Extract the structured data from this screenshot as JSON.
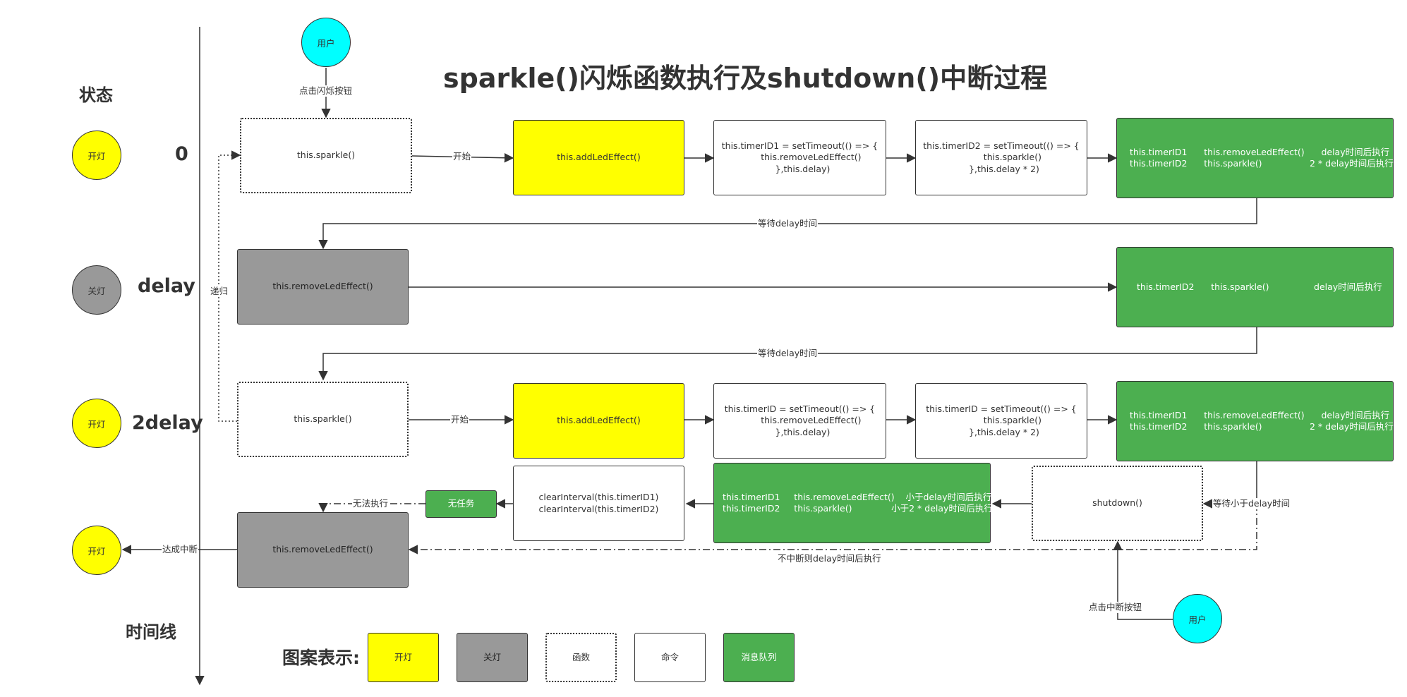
{
  "title": "sparkle()闪烁函数执行及shutdown()中断过程",
  "axis": {
    "state_heading": "状态",
    "timeline_label": "时间线"
  },
  "states": [
    {
      "circle": "开灯",
      "time": "0"
    },
    {
      "circle": "关灯",
      "time": "delay"
    },
    {
      "circle": "开灯",
      "time": "2delay"
    },
    {
      "circle": "开灯"
    }
  ],
  "users": {
    "top": "用户",
    "bottom": "用户"
  },
  "row1": {
    "sparkle": "this.sparkle()",
    "add_led": "this.addLedEffect()",
    "timeout1": "this.timerID1 = setTimeout(() => {\n        this.removeLedEffect()\n  },this.delay)",
    "timeout2": "this.timerID2 = setTimeout(() => {\n        this.sparkle()\n  },this.delay * 2)",
    "queue": "this.timerID1      this.removeLedEffect()      delay时间后执行\nthis.timerID2      this.sparkle()                 2 * delay时间后执行"
  },
  "row2": {
    "remove_led": "this.removeLedEffect()",
    "queue": "this.timerID2      this.sparkle()                delay时间后执行"
  },
  "row3": {
    "sparkle": "this.sparkle()",
    "add_led": "this.addLedEffect()",
    "timeout1": "this.timerID = setTimeout(() => {\n        this.removeLedEffect()\n  },this.delay)",
    "timeout2": "this.timerID = setTimeout(() => {\n        this.sparkle()\n  },this.delay * 2)",
    "queue": "this.timerID1      this.removeLedEffect()      delay时间后执行\nthis.timerID2      this.sparkle()                 2 * delay时间后执行"
  },
  "row4": {
    "remove_led": "this.removeLedEffect()",
    "no_task": "无任务",
    "clear": "clearInterval(this.timerID1)\nclearInterval(this.timerID2)",
    "queue": "this.timerID1     this.removeLedEffect()    小于delay时间后执行\nthis.timerID2     this.sparkle()              小于2 * delay时间后执行",
    "shutdown": "shutdown()"
  },
  "edge_labels": {
    "click_sparkle": "点击闪烁按钮",
    "start": "开始",
    "wait_delay": "等待delay时间",
    "recursion": "递归",
    "cannot_execute": "无法执行",
    "interrupted": "达成中断",
    "wait_less": "等待小于delay时间",
    "not_interrupted": "不中断则delay时间后执行",
    "click_interrupt": "点击中断按钮"
  },
  "legend": {
    "heading": "图案表示:",
    "items": [
      "开灯",
      "关灯",
      "函数",
      "命令",
      "消息队列"
    ]
  },
  "colors": {
    "on": "#ffff00",
    "off": "#999999",
    "queue": "#4caf50",
    "user": "#00ffff"
  }
}
